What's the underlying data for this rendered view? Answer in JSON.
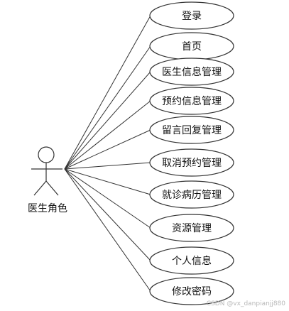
{
  "actor": {
    "label": "医生角色"
  },
  "use_cases": [
    {
      "label": "登录"
    },
    {
      "label": "首页"
    },
    {
      "label": "医生信息管理"
    },
    {
      "label": "预约信息管理"
    },
    {
      "label": "留言回复管理"
    },
    {
      "label": "取消预约管理"
    },
    {
      "label": "就诊病历管理"
    },
    {
      "label": "资源管理"
    },
    {
      "label": "个人信息"
    },
    {
      "label": "修改密码"
    }
  ],
  "watermark": "CSDN @vx_danpianjj880",
  "colors": {
    "stroke": "#333333",
    "text": "#111111",
    "background": "#ffffff",
    "watermark": "#b8b8b8"
  }
}
